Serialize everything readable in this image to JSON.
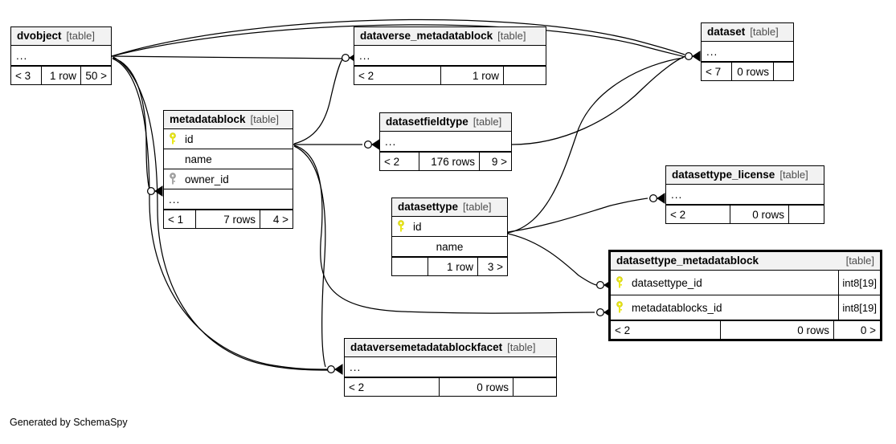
{
  "diagram": {
    "generator_note": "Generated by SchemaSpy",
    "table_tag": "[table]"
  },
  "tables": {
    "dvobject": {
      "name": "dvobject",
      "tag": "[table]",
      "columns": [
        {
          "label": "...",
          "key": "none",
          "type": ""
        }
      ],
      "footer": {
        "left": "< 3",
        "mid": "1 row",
        "right": "50 >"
      }
    },
    "dataverse_metadatablock": {
      "name": "dataverse_metadatablock",
      "tag": "[table]",
      "columns": [
        {
          "label": "...",
          "key": "none",
          "type": ""
        }
      ],
      "footer": {
        "left": "< 2",
        "mid": "1 row",
        "right": ""
      }
    },
    "dataset": {
      "name": "dataset",
      "tag": "[table]",
      "columns": [
        {
          "label": "...",
          "key": "none",
          "type": ""
        }
      ],
      "footer": {
        "left": "< 7",
        "mid": "0 rows",
        "right": ""
      }
    },
    "metadatablock": {
      "name": "metadatablock",
      "tag": "[table]",
      "columns": [
        {
          "label": "id",
          "key": "primary",
          "type": ""
        },
        {
          "label": "name",
          "key": "none",
          "type": ""
        },
        {
          "label": "owner_id",
          "key": "foreign",
          "type": ""
        },
        {
          "label": "...",
          "key": "none",
          "type": ""
        }
      ],
      "footer": {
        "left": "< 1",
        "mid": "7 rows",
        "right": "4 >"
      }
    },
    "datasetfieldtype": {
      "name": "datasetfieldtype",
      "tag": "[table]",
      "columns": [
        {
          "label": "...",
          "key": "none",
          "type": ""
        }
      ],
      "footer": {
        "left": "< 2",
        "mid": "176 rows",
        "right": "9 >"
      }
    },
    "datasettype_license": {
      "name": "datasettype_license",
      "tag": "[table]",
      "columns": [
        {
          "label": "...",
          "key": "none",
          "type": ""
        }
      ],
      "footer": {
        "left": "< 2",
        "mid": "0 rows",
        "right": ""
      }
    },
    "datasettype": {
      "name": "datasettype",
      "tag": "[table]",
      "columns": [
        {
          "label": "id",
          "key": "primary",
          "type": ""
        },
        {
          "label": "name",
          "key": "none",
          "type": ""
        }
      ],
      "footer": {
        "left": "",
        "mid": "1 row",
        "right": "3 >"
      }
    },
    "datasettype_metadatablock": {
      "name": "datasettype_metadatablock",
      "tag": "[table]",
      "highlighted": true,
      "columns": [
        {
          "label": "datasettype_id",
          "key": "primary",
          "type": "int8[19]"
        },
        {
          "label": "metadatablocks_id",
          "key": "primary",
          "type": "int8[19]"
        }
      ],
      "footer": {
        "left": "< 2",
        "mid": "0 rows",
        "right": "0 >"
      }
    },
    "dataversemetadatablockfacet": {
      "name": "dataversemetadatablockfacet",
      "tag": "[table]",
      "columns": [
        {
          "label": "...",
          "key": "none",
          "type": ""
        }
      ],
      "footer": {
        "left": "< 2",
        "mid": "0 rows",
        "right": ""
      }
    }
  },
  "colors": {
    "primary_key": "#ebe81b",
    "foreign_key": "#9b9b9b",
    "table_header_bg": "#f2f2f2",
    "line": "#000000",
    "background": "#ffffff"
  },
  "relationships": [
    {
      "from": "dvobject",
      "to": "dataverse_metadatablock"
    },
    {
      "from": "dvobject",
      "to": "dataset"
    },
    {
      "from": "dvobject",
      "to": "metadatablock"
    },
    {
      "from": "dvobject",
      "to": "dataversemetadatablockfacet"
    },
    {
      "from": "metadatablock",
      "to": "datasetfieldtype"
    },
    {
      "from": "metadatablock",
      "to": "dataverse_metadatablock"
    },
    {
      "from": "metadatablock",
      "to": "datasettype_metadatablock"
    },
    {
      "from": "metadatablock",
      "to": "dataversemetadatablockfacet"
    },
    {
      "from": "datasettype",
      "to": "dataset"
    },
    {
      "from": "datasettype",
      "to": "datasettype_license"
    },
    {
      "from": "datasettype",
      "to": "datasettype_metadatablock"
    },
    {
      "from": "datasetfieldtype",
      "to": "dataset"
    }
  ]
}
